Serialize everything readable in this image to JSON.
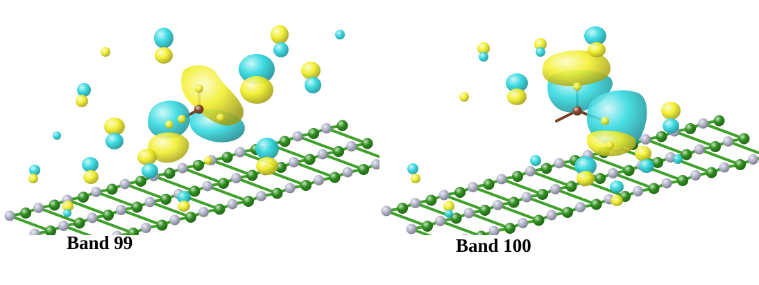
{
  "panels": [
    {
      "caption": "Band 99"
    },
    {
      "caption": "Band 100"
    }
  ],
  "colors": {
    "background": "#ffffff",
    "carbon_atom": "#2f8f1f",
    "nitrogen_atom": "#b4b6cc",
    "bond": "#3fa02a",
    "dopant_atom": "#8a4a2a",
    "isosurface_positive": "#f2ef2a",
    "isosurface_negative": "#2fd9e0"
  },
  "legend": {
    "atoms": [
      "carbon_atom",
      "nitrogen_atom",
      "dopant_atom"
    ],
    "isosurfaces": [
      "isosurface_positive",
      "isosurface_negative"
    ]
  }
}
